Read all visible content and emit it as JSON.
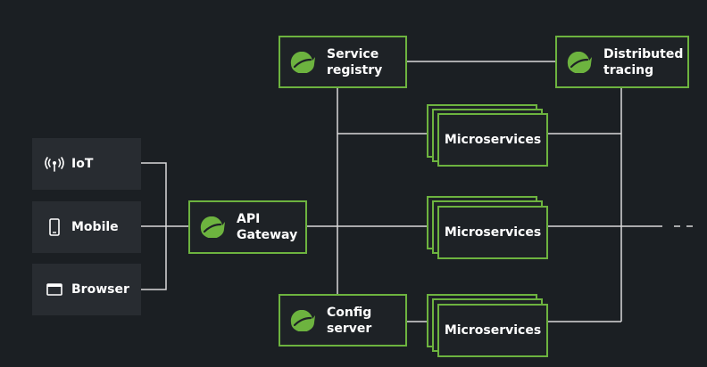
{
  "clients": [
    {
      "label": "IoT",
      "icon": "antenna-icon"
    },
    {
      "label": "Mobile",
      "icon": "mobile-phone-icon"
    },
    {
      "label": "Browser",
      "icon": "browser-window-icon"
    }
  ],
  "gateway": {
    "line1": "API",
    "line2": "Gateway"
  },
  "service_registry": {
    "line1": "Service",
    "line2": "registry"
  },
  "distributed_tracing": {
    "line1": "Distributed",
    "line2": "tracing"
  },
  "config_server": {
    "line1": "Config",
    "line2": "server"
  },
  "microservices": [
    {
      "label": "Microservices"
    },
    {
      "label": "Microservices"
    },
    {
      "label": "Microservices"
    }
  ],
  "colors": {
    "background": "#1b1f23",
    "client_box": "#282c31",
    "accent_green": "#6db33f",
    "line": "#d9d9d9",
    "text": "#ffffff"
  },
  "logo_icon": "spring-leaf-icon"
}
